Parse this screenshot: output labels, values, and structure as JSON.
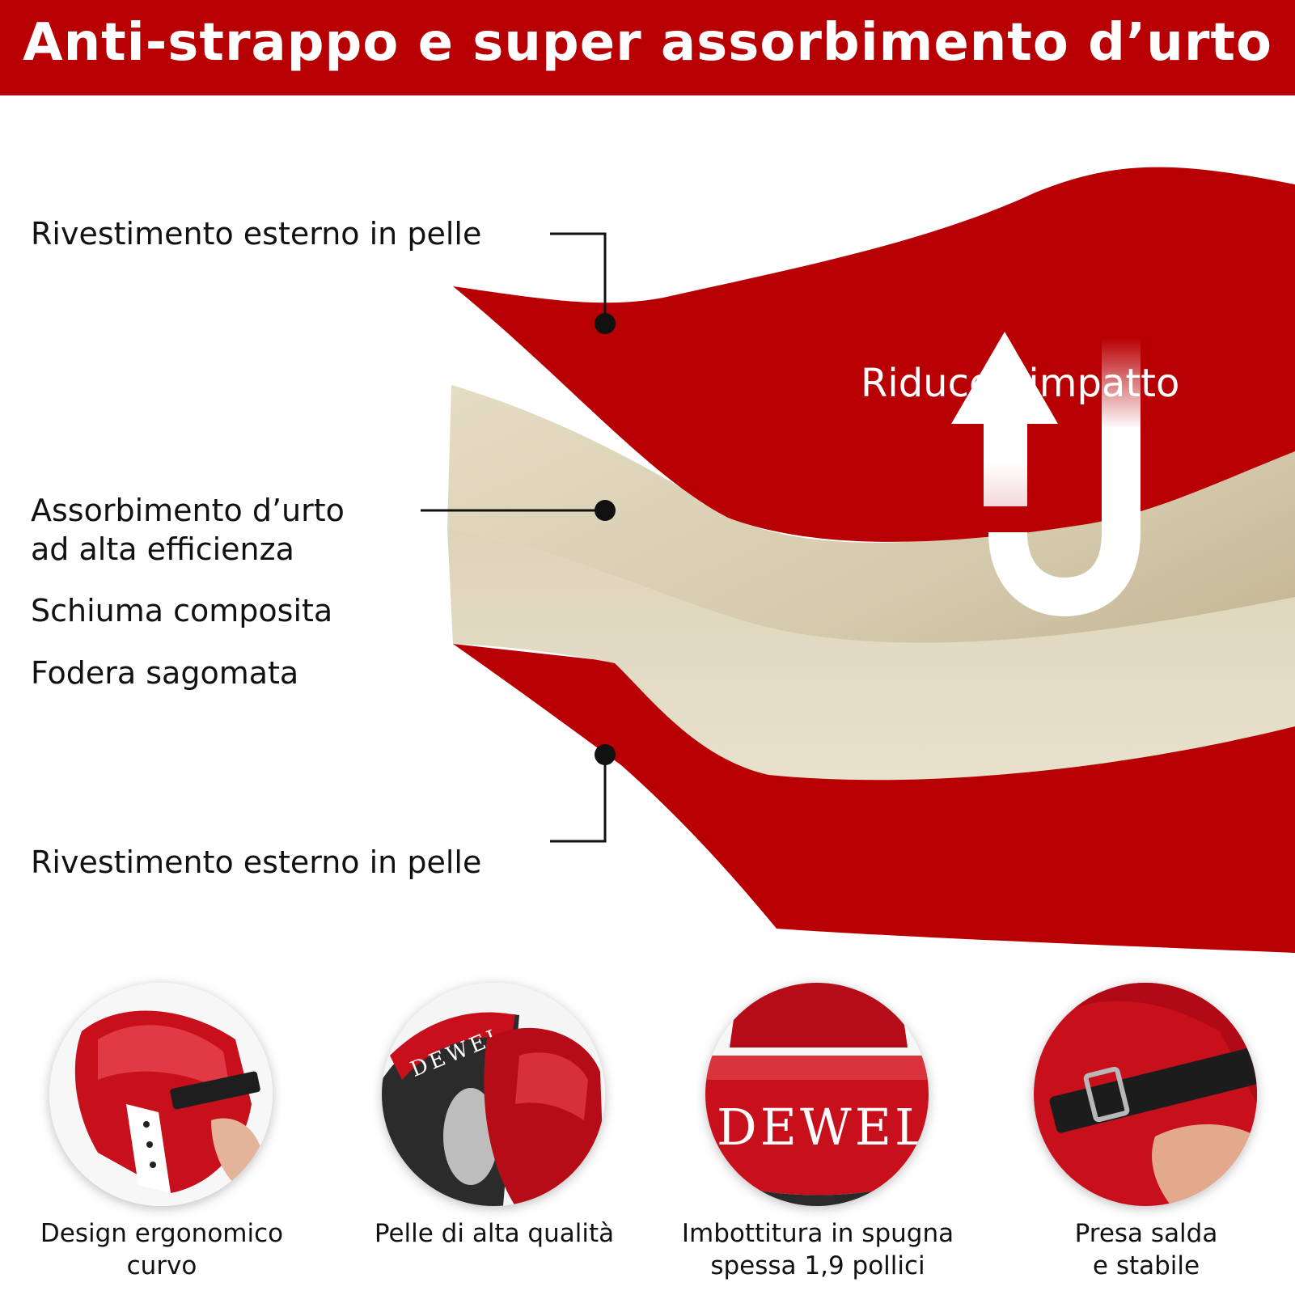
{
  "header": {
    "title": "Anti-strappo e super assorbimento d’urto"
  },
  "diagram": {
    "label_top": "Rivestimento esterno in pelle",
    "label_middle_line1": "Assorbimento d’urto",
    "label_middle_line2": "ad alta efficienza",
    "label_foam": "Schiuma composita",
    "label_lining": "Fodera sagomata",
    "label_bottom": "Rivestimento esterno in pelle",
    "callout": "Riduce l’impatto"
  },
  "features": [
    {
      "line1": "Design ergonomico",
      "line2": "curvo"
    },
    {
      "line1": "Pelle di alta qualità",
      "line2": ""
    },
    {
      "line1": "Imbottitura in spugna",
      "line2": "spessa 1,9 pollici"
    },
    {
      "line1": "Presa salda",
      "line2": "e stabile"
    }
  ],
  "brand": {
    "logo_text": "DEWEL"
  },
  "colors": {
    "brand_red": "#b80004",
    "foam_beige": "#dcd2b8",
    "text_dark": "#111111",
    "white": "#ffffff"
  }
}
